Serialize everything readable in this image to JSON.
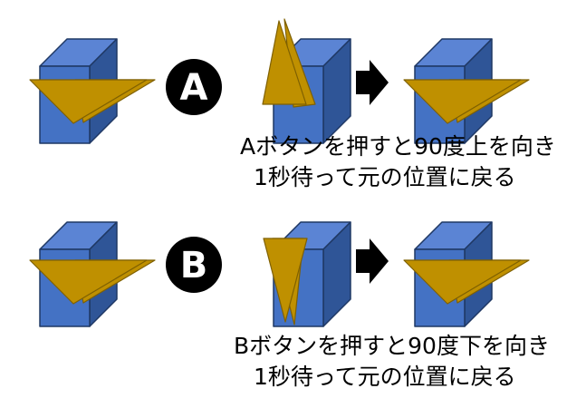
{
  "colors": {
    "cube_front": "#4472C4",
    "cube_top": "#5B84D4",
    "cube_side": "#2F5597",
    "cube_edge": "#1F3864",
    "plate_fill": "#BF9000",
    "plate_edge": "#7F6000",
    "badge_fill": "#000000",
    "badge_text": "#FFFFFF",
    "arrow": "#000000"
  },
  "rows": [
    {
      "button_label": "A",
      "caption_lines": [
        "Aボタンを押すと90度上を向き",
        "1秒待って元の位置に戻る"
      ]
    },
    {
      "button_label": "B",
      "caption_lines": [
        "Bボタンを押すと90度下を向き",
        "1秒待って元の位置に戻る"
      ]
    }
  ]
}
